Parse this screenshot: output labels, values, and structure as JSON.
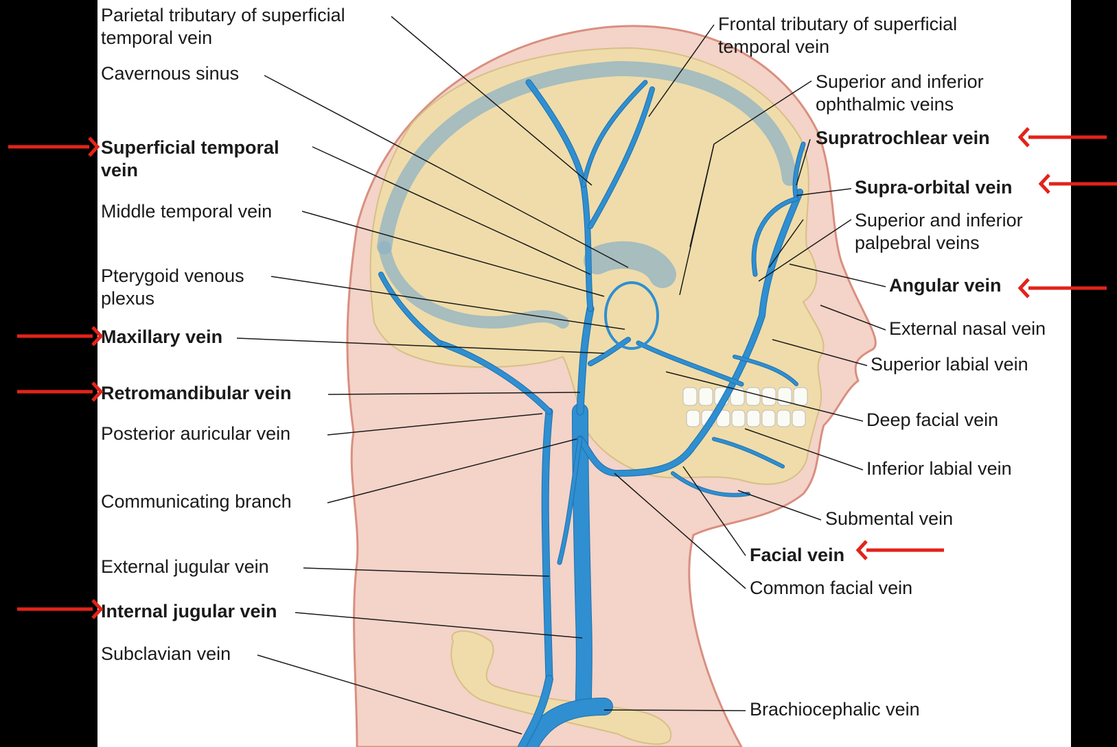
{
  "colors": {
    "background": "#000000",
    "panel": "#ffffff",
    "skin": "#f4d3c8",
    "skin_outline": "#d98f80",
    "bone": "#efdcaa",
    "bone_shade": "#d8bf86",
    "vein": "#2f8fd0",
    "vein_dark": "#1f6fae",
    "sinus": "#8fb3c4",
    "teeth": "#fbfbf5",
    "leader": "#1a1a1a",
    "arrow": "#e2231a"
  },
  "labels": {
    "parietal_tributary": [
      "Parietal tributary of superficial",
      "temporal vein"
    ],
    "cavernous_sinus": [
      "Cavernous sinus"
    ],
    "superficial_temporal": [
      "Superficial temporal",
      "vein"
    ],
    "middle_temporal": [
      "Middle temporal vein"
    ],
    "pterygoid_plexus": [
      "Pterygoid venous",
      "plexus"
    ],
    "maxillary": [
      "Maxillary vein"
    ],
    "retromandibular": [
      "Retromandibular vein"
    ],
    "posterior_auricular": [
      "Posterior auricular vein"
    ],
    "communicating_branch": [
      "Communicating branch"
    ],
    "external_jugular": [
      "External jugular vein"
    ],
    "internal_jugular": [
      "Internal jugular vein"
    ],
    "subclavian": [
      "Subclavian vein"
    ],
    "frontal_tributary": [
      "Frontal tributary of superficial",
      "temporal vein"
    ],
    "ophthalmic": [
      "Superior and inferior",
      "ophthalmic veins"
    ],
    "supratrochlear": [
      "Supratrochlear vein"
    ],
    "supra_orbital": [
      "Supra-orbital vein"
    ],
    "palpebral": [
      "Superior and inferior",
      "palpebral veins"
    ],
    "angular": [
      "Angular vein"
    ],
    "external_nasal": [
      "External nasal vein"
    ],
    "superior_labial": [
      "Superior labial vein"
    ],
    "deep_facial": [
      "Deep facial vein"
    ],
    "inferior_labial": [
      "Inferior labial vein"
    ],
    "submental": [
      "Submental vein"
    ],
    "facial": [
      "Facial vein"
    ],
    "common_facial": [
      "Common facial vein"
    ],
    "brachiocephalic": [
      "Brachiocephalic vein"
    ]
  },
  "highlighted": [
    "superficial_temporal",
    "maxillary",
    "retromandibular",
    "internal_jugular",
    "supratrochlear",
    "supra_orbital",
    "angular",
    "facial"
  ]
}
